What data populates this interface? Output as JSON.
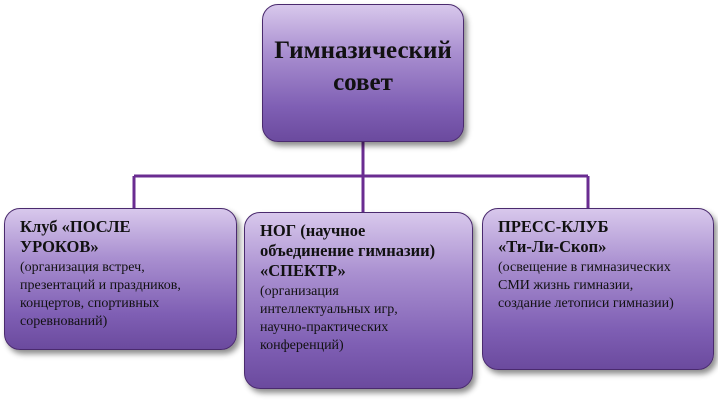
{
  "colors": {
    "box_top": "#d8c8ec",
    "box_bottom": "#6b4a9e",
    "connector": "#6a2c91",
    "border": "#4a2a6e"
  },
  "diagram": {
    "root": {
      "title": "Гимназический\nсовет"
    },
    "children": [
      {
        "title": "Клуб «ПОСЛЕ\nУРОКОВ»",
        "description": "(организация встреч,\nпрезентаций и праздников,\nконцертов, спортивных\nсоревнований)"
      },
      {
        "title": "НОГ (научное\nобъединение гимназии)\n«СПЕКТР»",
        "description": "(организация\nинтеллектуальных игр,\nнаучно-практических\nконференций)"
      },
      {
        "title": "ПРЕСС-КЛУБ\n«Ти-Ли-Скоп»",
        "description": "(освещение в гимназических\nСМИ жизнь гимназии,\nсоздание летописи гимназии)"
      }
    ]
  }
}
